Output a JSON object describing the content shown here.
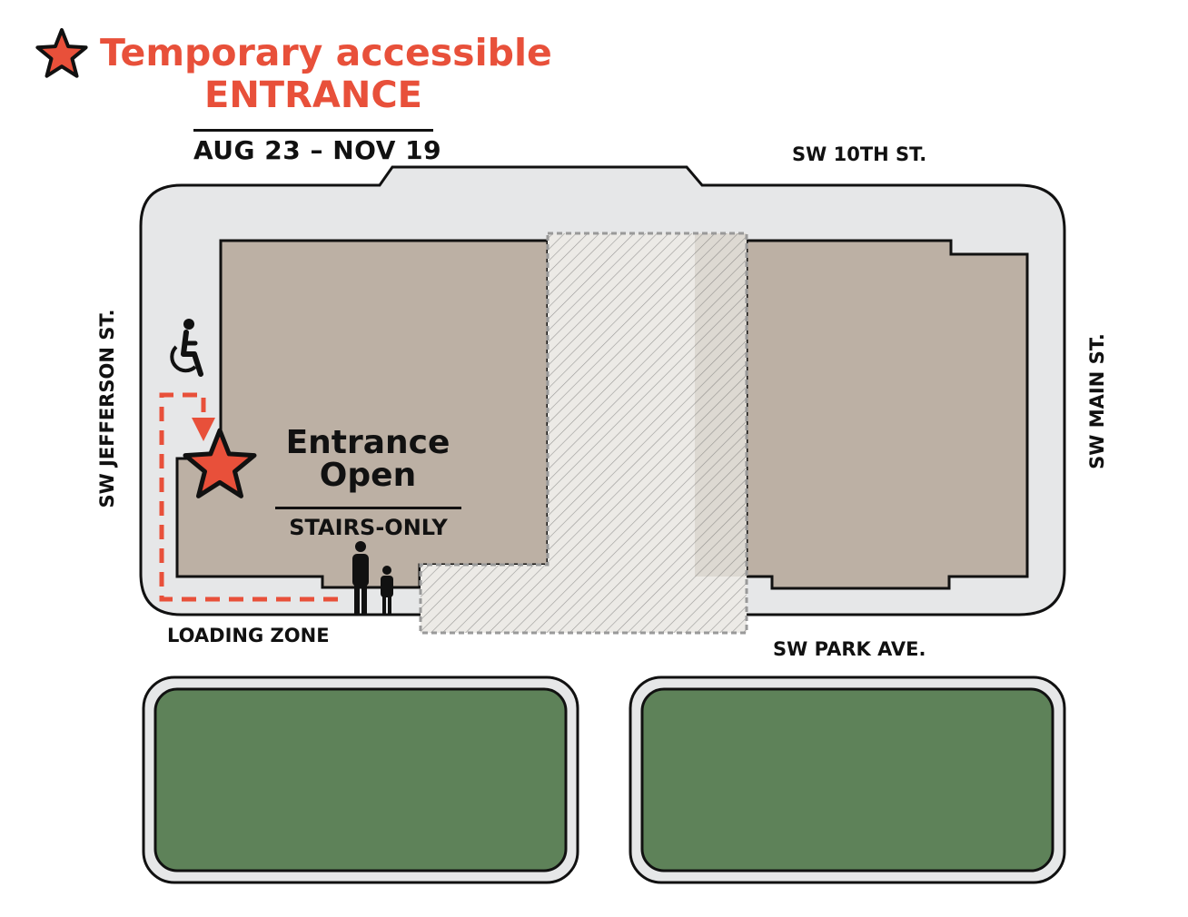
{
  "header": {
    "title_line1": "Temporary accessible",
    "title_line2": "ENTRANCE",
    "dates": "AUG 23 – NOV 19"
  },
  "streets": {
    "north": "SW 10TH  ST.",
    "south": "SW PARK AVE.",
    "west": "SW JEFFERSON ST.",
    "east": "SW MAIN ST.",
    "loading": "LOADING ZONE"
  },
  "entrance": {
    "status_line1": "Entrance",
    "status_line2": "Open",
    "note": "STAIRS-ONLY"
  },
  "colors": {
    "accent": "#e8503a",
    "building": "#bcb0a4",
    "sidewalk": "#e6e7e8",
    "park": "#5e8259",
    "outline": "#111111"
  },
  "icons": [
    "star-icon",
    "wheelchair-icon",
    "pedestrians-icon"
  ]
}
